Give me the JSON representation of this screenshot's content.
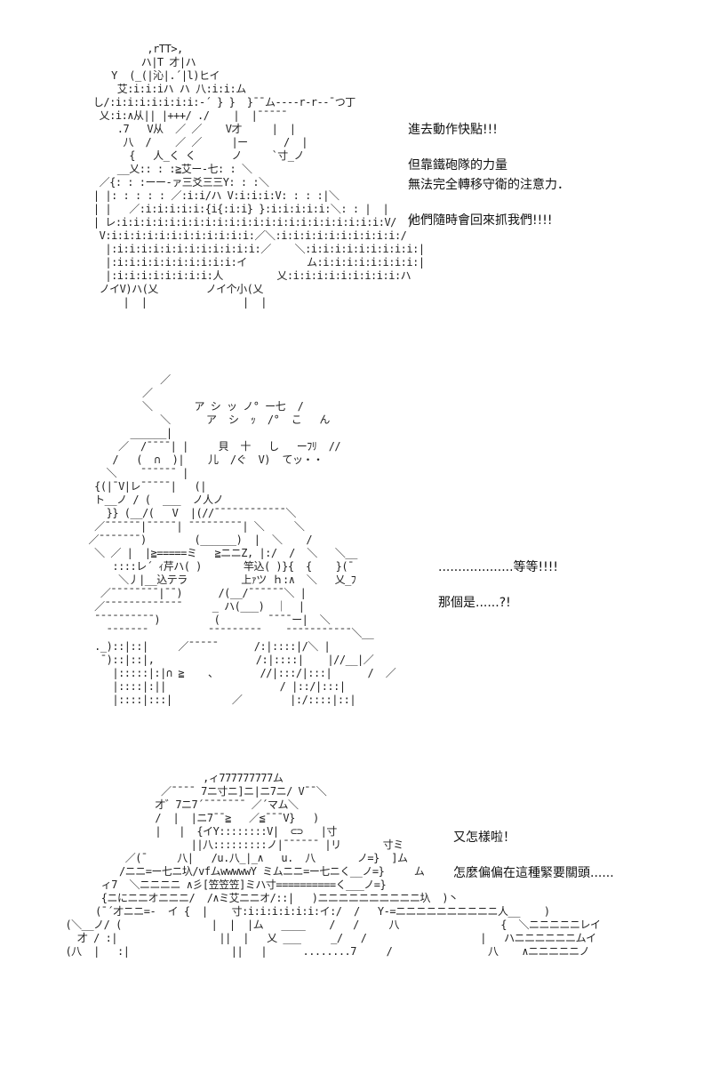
{
  "scenes": [
    {
      "art": [
        "             ,rTT>,",
        "            ハ|T 才|ハ",
        "       Y  (_(|沁|.´|l)ヒイ",
        "        艾:i:i:iハ ハ 八:i:i:ム",
        "    し/:i:i:i:i:i:i:i:-´ } }  }¯¯ム----r-r--¯つ丁",
        "     乂:i:∧从|| |+++/ ./    |  |¯¯¯¯¯",
        "        .7   V从  ／ ／    V才     |  |",
        "         八  /    ／ ／     |ー      /  |",
        "          {   人_く く      ノ     `寸_ノ",
        "        __乂:: : :≧艾ー-七: : ＼",
        "     ／{: : :ーー-ァ三爻三三Y: : :＼",
        "    | |: : : : : ／:i:i/ハ V:i:i:i:V: : : :|＼",
        "    | |   ／:i:i:i:i:i:{i{:i:i} }:i:i:i:i:i:＼: : |  |",
        "    | レ:i:i:i:i:i:i:i:i:i:i:i:i:i:i:i:i:i:i:i:i:i:i:V/  /",
        "     V:i:i:i:i:i:i:i:i:i:i:i:i:／＼:i:i:i:i:i:i:i:i:i:i:/",
        "      |:i:i:i:i:i:i:i:i:i:i:i:i:／    ＼:i:i:i:i:i:i:i:i:i:|",
        "      |:i:i:i:i:i:i:i:i:i:i:イ          ム:i:i:i:i:i:i:i:i:|",
        "      |:i:i:i:i:i:i:i:i:人         乂:i:i:i:i:i:i:i:i:i:ハ",
        "     ノイV)ハ(乂        ノイ个小(乂",
        "         |  |                |  |"
      ],
      "lines": [
        "進去動作快點!!!",
        "",
        "但靠鐵砲隊的力量",
        "無法完全轉移守衛的注意力．",
        "",
        "他們隨時會回來抓我們!!!!"
      ]
    },
    {
      "art": [
        "              ／",
        "           ／",
        "           ＼       ア シ ッ ノ° ー七  /",
        "              ＼      ア  シ  ｯ  /°  こ   ん",
        "         ______|",
        "       ／  /¯¯¯¯| |     貝  十   し   ーﾌﾘ  //",
        "      /   (  ∩  )|    儿  /ぐ  V)  てッ・・",
        "     ＼    ¯¯¯¯¯¯ |",
        "   {(|¯V|レ¯¯¯¯¯|   (|",
        "   ト__ノ / (  ___  ノ人ノ",
        "     }} (__/(   V  |(//¯¯¯¯¯¯¯¯¯¯¯¯＼",
        "   ／¯¯¯¯¯¯|¯¯¯¯¯| ¯¯¯¯¯¯¯¯¯| ＼     ＼",
        "  ／¯¯¯¯¯¯¯)        (______)  |  ＼    /",
        "   ＼ ／ |  |≧=====ミ   ≧ニニZ, |:/  /  ＼   ＼__",
        "      ::::レ´ ｨ芹ハ( )       竿込( )}{  {    }(¯",
        "       ＼丿|__込テラ         上ｧツ ｈ:∧  ＼   乂_ﾌ",
        "    ／¯¯¯¯¯¯¯¯|¯¯)      /(__/¯¯¯¯¯¯＼ |",
        "   ／¯¯¯¯¯¯¯¯¯¯¯¯¯     _ ハ(___)  ｜  |",
        "   ¯¯¯¯¯¯¯¯¯¯)         (        ¯¯¯¯ー|  ＼",
        "     ¯¯¯¯¯¯¯          ¯¯¯¯¯¯¯¯¯    ¯¯¯¯¯¯¯¯¯¯¯＼__",
        "   ._)::|::|     ／¯¯¯¯¯      /:|::::|/＼ |",
        "    ¯)::|::|,                 /:|::::|    |//__|／",
        "      |:::::|:|∩ ≧    、       //|:::/|:::|      /  ／",
        "      |::::|:||                   / |::/|:::|",
        "      |::::|:::|          ／        |:/::::|::|"
      ],
      "lines": [
        "...................等等!!!!",
        "",
        "那個是......?!"
      ]
    },
    {
      "art": [
        "                         ,ィ777777777ム",
        "                  ／¯¯¯¯ 7ニ寸ニ]ニ|ニ7ニ/ V¯¯＼",
        "                 才゛7ニ7´¯¯¯¯¯¯¯ ／´マム＼",
        "                 /  |  |ニ7¯¯≧   ／≦¯¯¯V}   )",
        "                 |   |  {イY::::::::V|  ⊂⊃   |寸",
        "                       ||八:::::::::ノ|¯¯¯¯¯¯ |リ       寸ミ",
        "            ／(¯     八|   /u.八_|_∧   u.  八       ノ=}  ]ム",
        "           /ニニ=ー七ニ圦/vfムwwwwwY ミムニニ=ー七ニく__ノ=}     ム",
        "        ィ7  ＼ニニニニ ∧彡[笠笠笠]ミハ寸==========く___ノ=}",
        "        {ニにニニオニニニ/  /∧ミ艾ニニオ/::|   )ニニニニニニニニニニ圦  )丶",
        "       (¯´才ニニ=-  イ {  |    寸:i:i:i:i:i:i:イ:/  /   Y-=ニニニニニニニニニニ人__    )",
        "  (＼__ノ/ (               |  |  |ム   ____    /   /     八                 {  ＼ニニニニニレイ",
        "    才 / :|                 ||  |   乂 ___     _/   /                   |   ハニニニニニニムイ",
        "  (八  |   :|                 ||   |      ........7     /                八    ∧ニニニニニノ"
      ],
      "lines": [
        "又怎樣啦！",
        "",
        "怎麼偏偏在這種緊要關頭......"
      ]
    }
  ]
}
